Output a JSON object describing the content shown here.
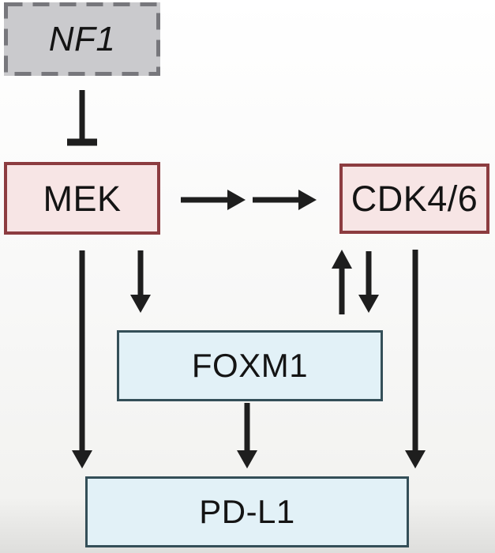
{
  "diagram": {
    "type": "pathway-diagram",
    "nodes": [
      {
        "id": "nf1",
        "label": "NF1",
        "style": "gray-dashed"
      },
      {
        "id": "mek",
        "label": "MEK",
        "style": "pink"
      },
      {
        "id": "cdk46",
        "label": "CDK4/6",
        "style": "pink"
      },
      {
        "id": "foxm1",
        "label": "FOXM1",
        "style": "blue"
      },
      {
        "id": "pdl1",
        "label": "PD-L1",
        "style": "blue"
      }
    ],
    "edges": [
      {
        "from": "NF1",
        "to": "MEK",
        "type": "inhibition"
      },
      {
        "from": "MEK",
        "to": "CDK4/6",
        "type": "activation",
        "note": "two sequential arrows"
      },
      {
        "from": "MEK",
        "to": "FOXM1",
        "type": "activation"
      },
      {
        "from": "MEK",
        "to": "PD-L1",
        "type": "activation"
      },
      {
        "from": "FOXM1",
        "to": "CDK4/6",
        "type": "activation"
      },
      {
        "from": "CDK4/6",
        "to": "FOXM1",
        "type": "activation"
      },
      {
        "from": "CDK4/6",
        "to": "PD-L1",
        "type": "activation"
      },
      {
        "from": "FOXM1",
        "to": "PD-L1",
        "type": "activation"
      }
    ],
    "colors": {
      "gray_fill": "#cacacd",
      "gray_border": "#77777c",
      "pink_fill": "#f7e5e5",
      "pink_border": "#8c3c40",
      "blue_fill": "#e2f1f7",
      "blue_border": "#344f58",
      "arrow": "#1e1e1e",
      "text": "#141414"
    }
  }
}
